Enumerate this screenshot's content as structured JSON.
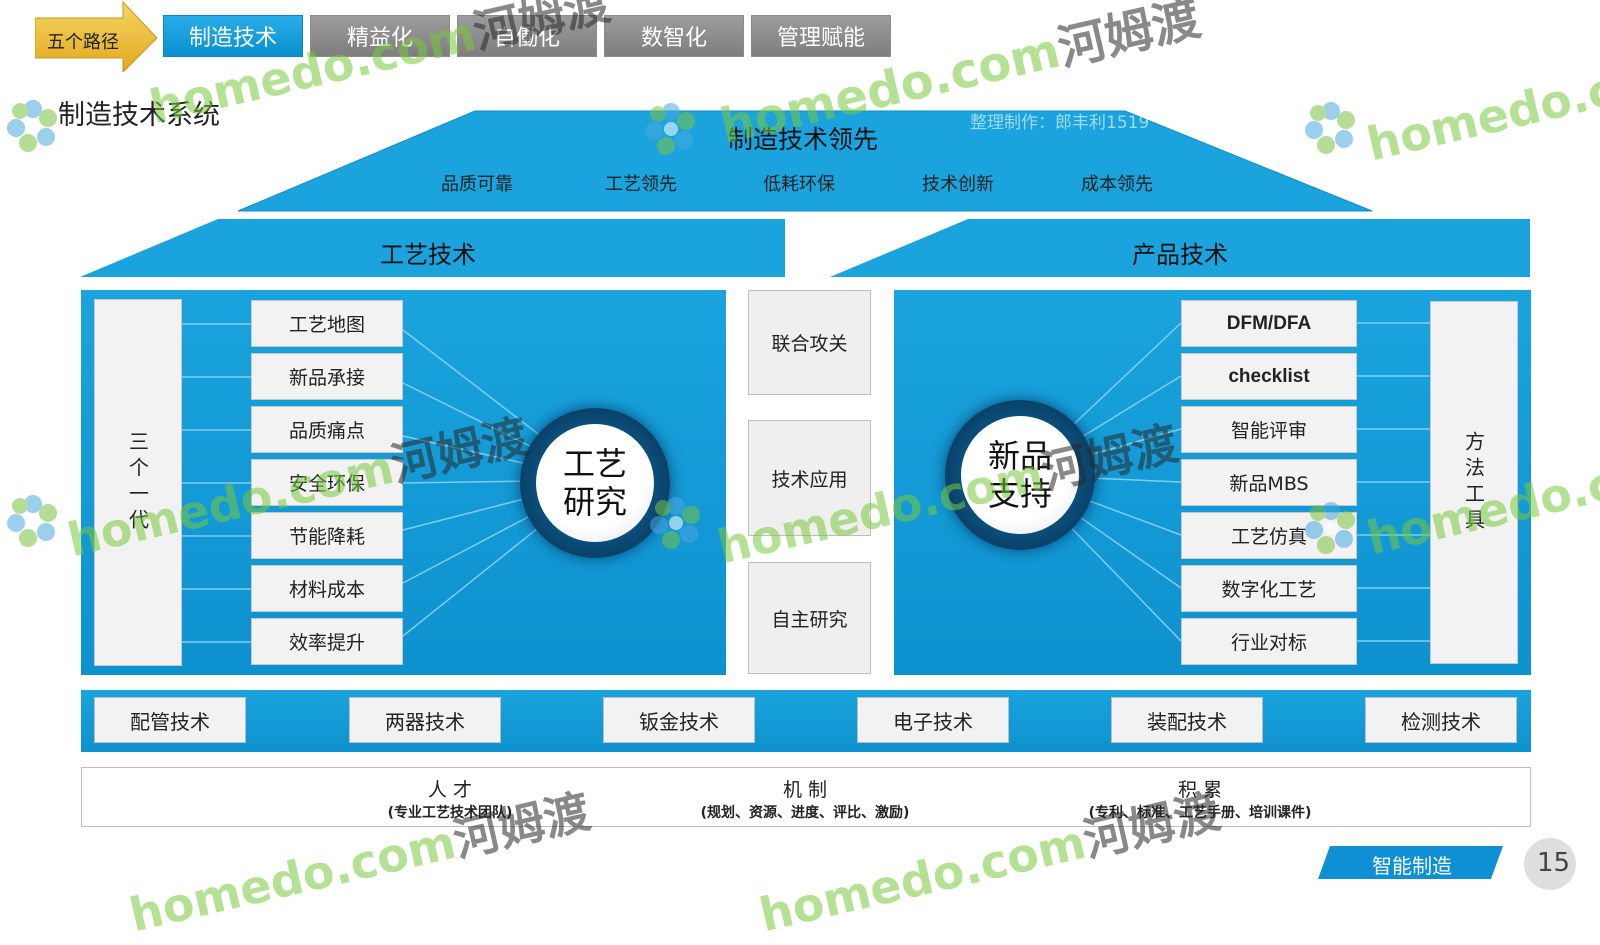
{
  "nav": {
    "path_label": "五个路径",
    "tabs": [
      {
        "label": "制造技术",
        "active": true
      },
      {
        "label": "精益化",
        "active": false
      },
      {
        "label": "自働化",
        "active": false
      },
      {
        "label": "数智化",
        "active": false
      },
      {
        "label": "管理赋能",
        "active": false
      }
    ]
  },
  "page_title": "制造技术系统",
  "author_note": "整理制作：郎丰利1519",
  "roof": {
    "title": "制造技术领先",
    "items": [
      "品质可靠",
      "工艺领先",
      "低耗环保",
      "技术创新",
      "成本领先"
    ]
  },
  "left": {
    "roof_title": "工艺技术",
    "side_label": "三个一代",
    "items": [
      "工艺地图",
      "新品承接",
      "品质痛点",
      "安全环保",
      "节能降耗",
      "材料成本",
      "效率提升"
    ],
    "hub_line1": "工艺",
    "hub_line2": "研究"
  },
  "center": {
    "items": [
      "联合攻关",
      "技术应用",
      "自主研究"
    ]
  },
  "right": {
    "roof_title": "产品技术",
    "side_label": "方法工具",
    "items": [
      "DFM/DFA",
      "checklist",
      "智能评审",
      "新品MBS",
      "工艺仿真",
      "数字化工艺",
      "行业对标"
    ],
    "hub_line1": "新品",
    "hub_line2": "支持"
  },
  "base_techs": [
    "配管技术",
    "两器技术",
    "钣金技术",
    "电子技术",
    "装配技术",
    "检测技术"
  ],
  "foundation": [
    {
      "title": "人 才",
      "sub": "(专业工艺技术团队)"
    },
    {
      "title": "机 制",
      "sub": "(规划、资源、进度、评比、激励)"
    },
    {
      "title": "积 累",
      "sub": "(专利、标准、工艺手册、培训课件)"
    }
  ],
  "footer": {
    "badge": "智能制造",
    "page_number": "15"
  },
  "watermark": {
    "latin": "homedo.com",
    "cn": "河姆渡"
  },
  "colors": {
    "primary_blue": "#0f9bd7",
    "dark_blue": "#0a7fc0",
    "gray_tab": "#8c8c8c",
    "arrow_gold": "#e8b730",
    "box_bg": "#f2f2f2"
  }
}
